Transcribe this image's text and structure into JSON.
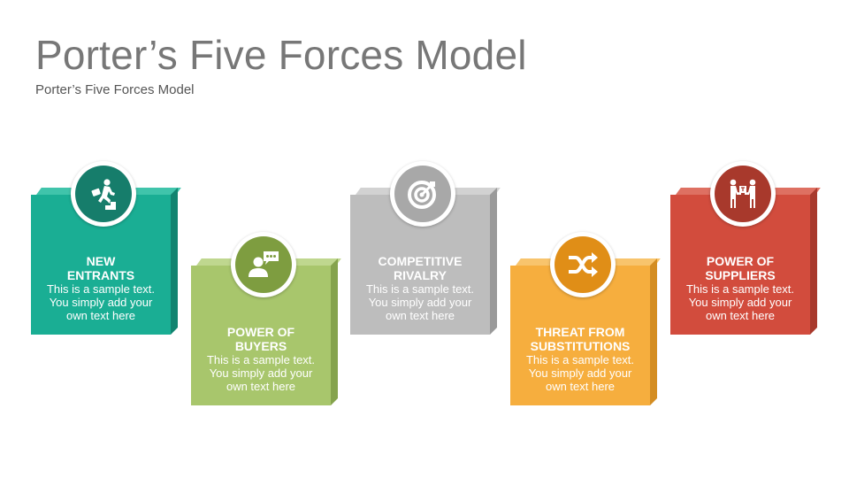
{
  "slide": {
    "title": "Porter’s Five Forces Model",
    "subtitle": "Porter’s Five Forces Model"
  },
  "cards": [
    {
      "heading": "NEW\nENTRANTS",
      "body": "This is a sample text.\nYou simply add your\nown text here",
      "icon": "person-climbing-stairs-icon",
      "color": "#1aae94"
    },
    {
      "heading": "POWER OF\nBUYERS",
      "body": "This is a sample text.\nYou simply add your\nown text here",
      "icon": "person-speech-bubble-icon",
      "color": "#a8c66c"
    },
    {
      "heading": "COMPETITIVE\nRIVALRY",
      "body": "This is a sample text.\nYou simply add your\nown text here",
      "icon": "target-arrow-icon",
      "color": "#bdbdbd"
    },
    {
      "heading": "THREAT FROM\nSUBSTITUTIONS",
      "body": "This is a sample text.\nYou simply add your\nown text here",
      "icon": "shuffle-arrows-icon",
      "color": "#f6ae3e"
    },
    {
      "heading": "POWER OF\nSUPPLIERS",
      "body": "This is a sample text.\nYou simply add your\nown text here",
      "icon": "people-exchanging-box-icon",
      "color": "#d24c3d"
    }
  ]
}
